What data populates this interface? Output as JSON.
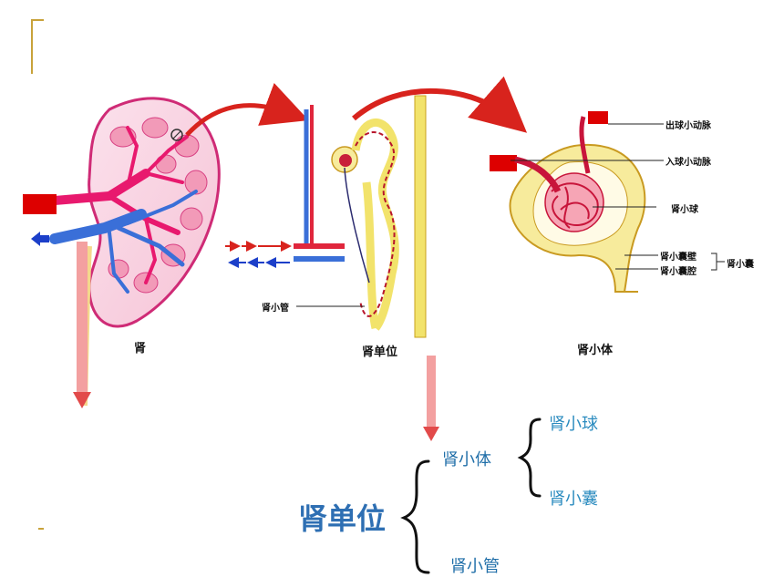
{
  "figure": {
    "kidney_label": "肾",
    "nephron_label": "肾单位",
    "corpuscle_label": "肾小体",
    "tubule_callout": "肾小管",
    "callouts": {
      "efferent": "出球小动脉",
      "afferent": "入球小动脉",
      "glomerulus": "肾小球",
      "capsule_wall": "肾小囊壁",
      "capsule_cavity": "肾小囊腔",
      "capsule": "肾小囊"
    }
  },
  "tree": {
    "root": "肾单位",
    "corpuscle": "肾小体",
    "glomerulus": "肾小球",
    "capsule": "肾小囊",
    "tubule": "肾小管"
  },
  "colors": {
    "artery": "#e8196e",
    "vein": "#3a6fd8",
    "arrow_red": "#d8231d",
    "arrow_blue": "#1c3fc9",
    "tubule_yellow": "#f2e36b",
    "corpuscle_yellow": "#f7eb9c",
    "tree_blue": "#2e6fb3"
  }
}
